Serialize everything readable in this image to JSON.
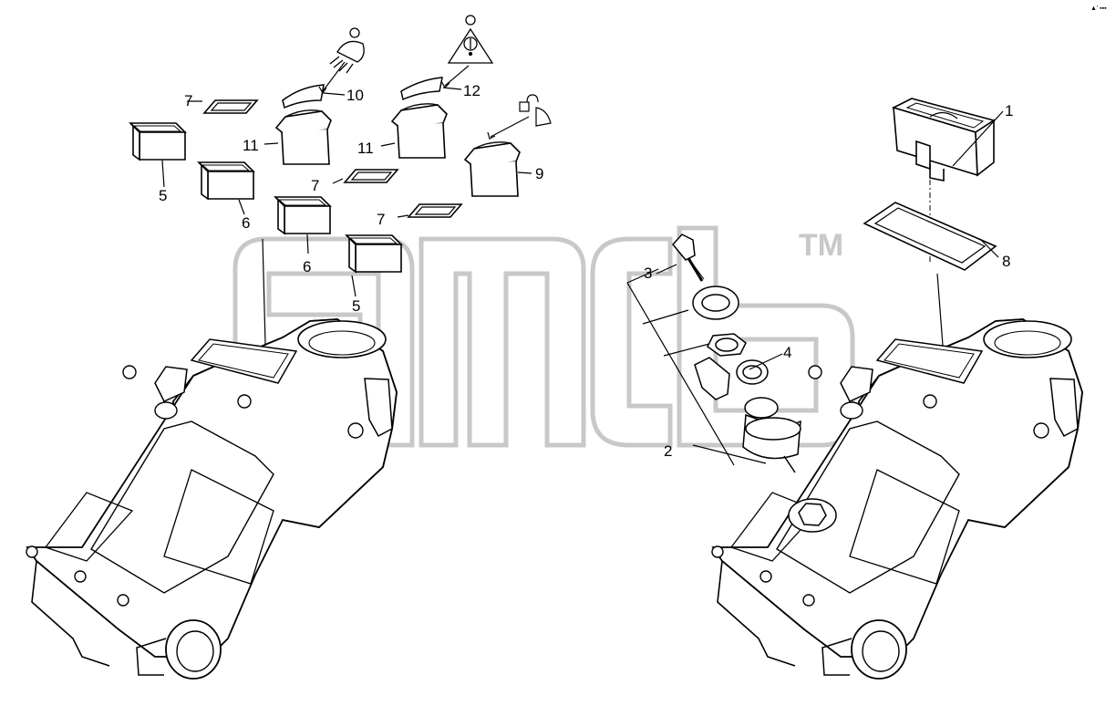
{
  "page_code": "▲′ ▪▪▪",
  "watermark": {
    "tm": "TM"
  },
  "callouts": {
    "c1": "1",
    "c2": "2",
    "c3": "3",
    "c4": "4",
    "c5a": "5",
    "c5b": "5",
    "c6a": "6",
    "c6b": "6",
    "c7a": "7",
    "c7b": "7",
    "c7c": "7",
    "c8": "8",
    "c9": "9",
    "c10": "10",
    "c11a": "11",
    "c11b": "11",
    "c12": "12"
  },
  "colors": {
    "line": "#000000",
    "watermark": "#c8c8c8",
    "background": "#ffffff"
  }
}
